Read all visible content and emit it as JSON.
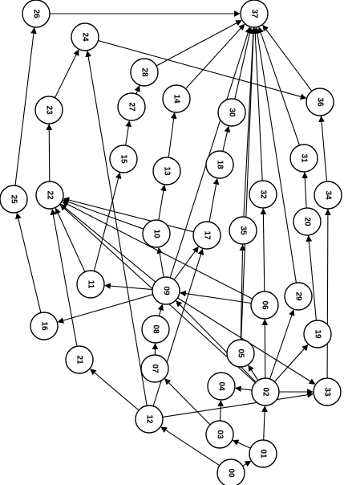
{
  "graph": {
    "colors": {
      "edge": "#000000",
      "node_fill": "#ffffff",
      "node_stroke": "#000000",
      "label": "#000000"
    },
    "nodes": [
      "00",
      "01",
      "02",
      "03",
      "04",
      "05",
      "06",
      "07",
      "08",
      "09",
      "10",
      "11",
      "12",
      "13",
      "14",
      "15",
      "16",
      "17",
      "18",
      "19",
      "20",
      "21",
      "22",
      "23",
      "24",
      "25",
      "26",
      "27",
      "28",
      "29",
      "30",
      "31",
      "32",
      "33",
      "34",
      "35",
      "36",
      "37"
    ],
    "edges": [
      [
        "00",
        "01"
      ],
      [
        "00",
        "12"
      ],
      [
        "01",
        "03"
      ],
      [
        "01",
        "02"
      ],
      [
        "03",
        "04"
      ],
      [
        "03",
        "07"
      ],
      [
        "02",
        "04"
      ],
      [
        "02",
        "05"
      ],
      [
        "02",
        "06"
      ],
      [
        "02",
        "29"
      ],
      [
        "02",
        "19"
      ],
      [
        "02",
        "33"
      ],
      [
        "02",
        "09"
      ],
      [
        "02",
        "22"
      ],
      [
        "12",
        "21"
      ],
      [
        "12",
        "24"
      ],
      [
        "12",
        "17"
      ],
      [
        "12",
        "33"
      ],
      [
        "05",
        "35"
      ],
      [
        "05",
        "37"
      ],
      [
        "06",
        "32"
      ],
      [
        "06",
        "22"
      ],
      [
        "06",
        "09"
      ],
      [
        "07",
        "08"
      ],
      [
        "08",
        "09"
      ],
      [
        "09",
        "11"
      ],
      [
        "09",
        "16"
      ],
      [
        "09",
        "10"
      ],
      [
        "09",
        "17"
      ],
      [
        "09",
        "33"
      ],
      [
        "09",
        "37"
      ],
      [
        "09",
        "22"
      ],
      [
        "10",
        "13"
      ],
      [
        "10",
        "22"
      ],
      [
        "11",
        "15"
      ],
      [
        "11",
        "22"
      ],
      [
        "13",
        "14"
      ],
      [
        "14",
        "37"
      ],
      [
        "15",
        "27"
      ],
      [
        "27",
        "28"
      ],
      [
        "28",
        "37"
      ],
      [
        "16",
        "25"
      ],
      [
        "25",
        "26"
      ],
      [
        "26",
        "37"
      ],
      [
        "17",
        "18"
      ],
      [
        "17",
        "22"
      ],
      [
        "18",
        "30"
      ],
      [
        "30",
        "37"
      ],
      [
        "19",
        "20"
      ],
      [
        "20",
        "31"
      ],
      [
        "31",
        "37"
      ],
      [
        "21",
        "22"
      ],
      [
        "22",
        "23"
      ],
      [
        "23",
        "24"
      ],
      [
        "24",
        "36"
      ],
      [
        "29",
        "37"
      ],
      [
        "32",
        "37"
      ],
      [
        "33",
        "34"
      ],
      [
        "34",
        "36"
      ],
      [
        "35",
        "37"
      ],
      [
        "36",
        "37"
      ]
    ]
  }
}
